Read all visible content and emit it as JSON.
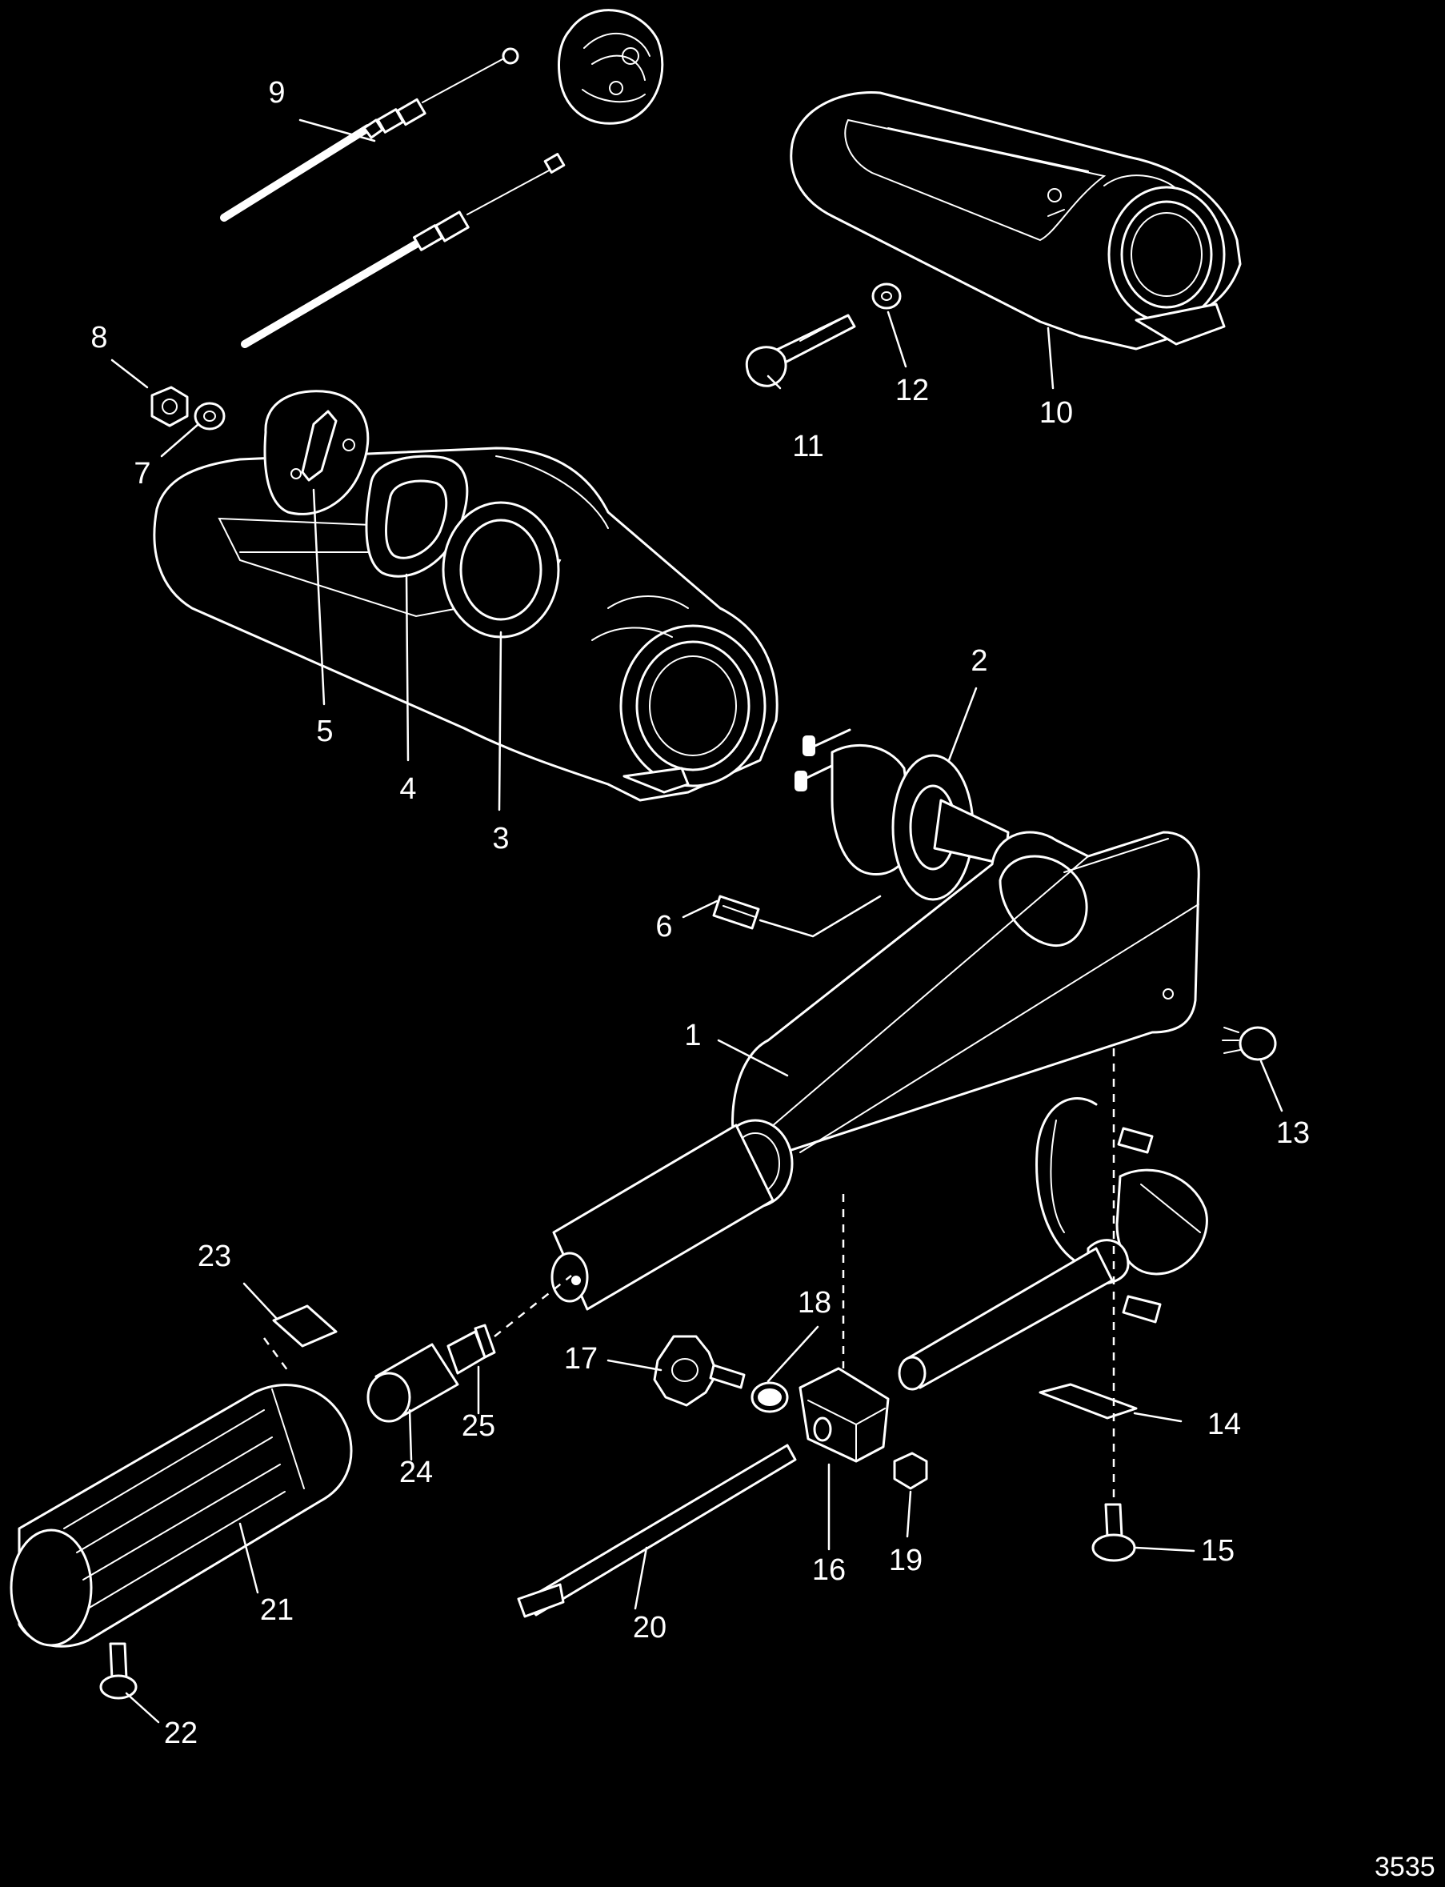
{
  "callouts": [
    {
      "id": "1",
      "label": "1"
    },
    {
      "id": "2",
      "label": "2"
    },
    {
      "id": "3",
      "label": "3"
    },
    {
      "id": "4",
      "label": "4"
    },
    {
      "id": "5",
      "label": "5"
    },
    {
      "id": "6",
      "label": "6"
    },
    {
      "id": "7",
      "label": "7"
    },
    {
      "id": "8",
      "label": "8"
    },
    {
      "id": "9",
      "label": "9"
    },
    {
      "id": "10",
      "label": "10"
    },
    {
      "id": "11",
      "label": "11"
    },
    {
      "id": "12",
      "label": "12"
    },
    {
      "id": "13",
      "label": "13"
    },
    {
      "id": "14",
      "label": "14"
    },
    {
      "id": "15",
      "label": "15"
    },
    {
      "id": "16",
      "label": "16"
    },
    {
      "id": "17",
      "label": "17"
    },
    {
      "id": "18",
      "label": "18"
    },
    {
      "id": "19",
      "label": "19"
    },
    {
      "id": "20",
      "label": "20"
    },
    {
      "id": "21",
      "label": "21"
    },
    {
      "id": "22",
      "label": "22"
    },
    {
      "id": "23",
      "label": "23"
    },
    {
      "id": "24",
      "label": "24"
    },
    {
      "id": "25",
      "label": "25"
    }
  ],
  "drawing_code": "3535",
  "colors": {
    "background": "#000000",
    "line": "#ffffff"
  }
}
